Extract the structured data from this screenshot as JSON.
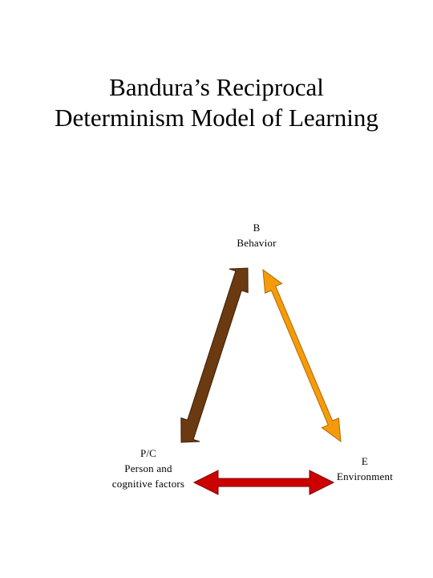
{
  "title": {
    "line1": "Bandura’s Reciprocal",
    "line2": "Determinism Model of Learning"
  },
  "nodes": {
    "behavior": {
      "letter": "B",
      "name": "Behavior"
    },
    "person": {
      "letter": "P/C",
      "name_line1": "Person and",
      "name_line2": "cognitive factors"
    },
    "environment": {
      "letter": "E",
      "name": "Environment"
    }
  },
  "arrows": {
    "person_behavior": {
      "color": "#6B3A10"
    },
    "behavior_environment": {
      "color": "#F59B0B"
    },
    "person_environment": {
      "color": "#CC0000"
    }
  }
}
